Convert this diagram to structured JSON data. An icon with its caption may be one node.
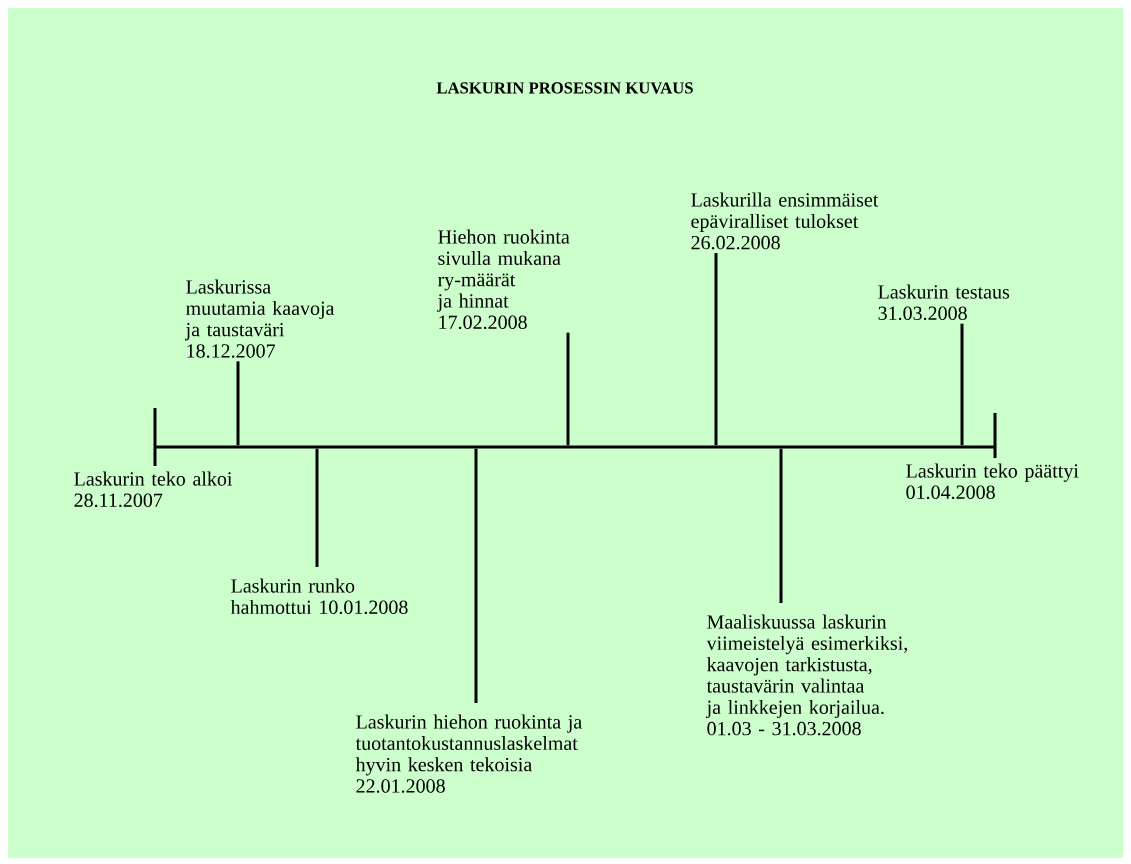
{
  "diagram": {
    "title": "LASKURIN PROSESSIN KUVAUS",
    "nodes": [
      {
        "text": [],
        "shape": "bar"
      },
      {
        "text": [
          "Laskurin teko alkoi 28.11.2007"
        ]
      },
      {
        "text": [
          "Laskurissa muutamia kaavoja ja taustaväri 18.12.2007"
        ]
      },
      {
        "text": [
          "Laskurin runko hahmottui 10.01.2008"
        ]
      },
      {
        "text": [
          "Laskurin hiehon ruokinta ja tuotantokustannuslaskelmat hyvin kesken tekoisia 22.01.2008"
        ]
      },
      {
        "text": [
          "Hiehon ruokinta sivulla mukana ry-määrät ja hinnat 17.02.2008"
        ]
      },
      {
        "text": [
          "Laskurilla ensimmäiset epäviralliset tulokset 26.02.2008"
        ]
      },
      {
        "text": [
          "Maaliskuussa laskurin viimeistelyä esimerkiksi, kaavojen tarkistusta, taustavärin valintaa ja linkkejen korjailua. 01.03 - 31.03.2008"
        ]
      },
      {
        "text": [
          "Laskurin testaus 31.03.2008"
        ]
      },
      {
        "text": [
          "Laskurin teko päättyi 01.04.2008"
        ]
      }
    ],
    "edges": [
      {
        "from": 2,
        "to": 0,
        "arrow": "none"
      },
      {
        "from": 3,
        "to": 0,
        "arrow": "none"
      },
      {
        "from": 4,
        "to": 0,
        "arrow": "none"
      },
      {
        "from": 5,
        "to": 0,
        "arrow": "none"
      },
      {
        "from": 6,
        "to": 0,
        "arrow": "none"
      },
      {
        "from": 7,
        "to": 0,
        "arrow": "none"
      },
      {
        "from": 8,
        "to": 0,
        "arrow": "none"
      }
    ]
  }
}
